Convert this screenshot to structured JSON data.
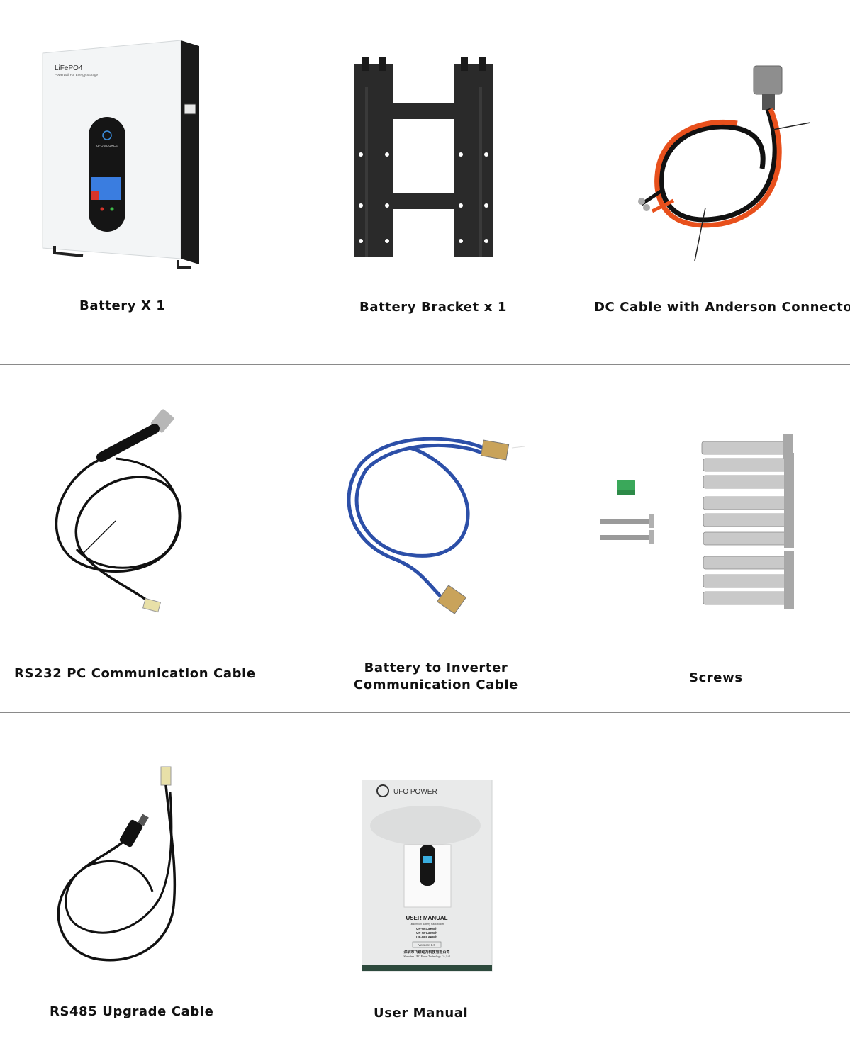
{
  "items": [
    {
      "caption": "Battery X 1",
      "icon": "battery-icon",
      "device": {
        "title": "LiFePO4",
        "subtitle": "Powerwall For Energy Storage",
        "brand": "UFO SOURCE"
      }
    },
    {
      "caption": "Battery Bracket x 1",
      "icon": "bracket-icon"
    },
    {
      "caption": "DC Cable with Anderson Connector",
      "icon": "dc-cable-icon"
    },
    {
      "caption": "RS232 PC Communication Cable",
      "icon": "rs232-cable-icon"
    },
    {
      "caption_lines": [
        "Battery to Inverter",
        "Communication Cable"
      ],
      "icon": "ethernet-cable-icon"
    },
    {
      "caption": "Screws",
      "icon": "screws-icon"
    },
    {
      "caption": "RS485 Upgrade Cable",
      "icon": "rs485-cable-icon"
    },
    {
      "caption": "User Manual",
      "icon": "manual-icon",
      "manual": {
        "brand": "UFO POWER",
        "title": "USER MANUAL",
        "subtitle": "Lithium-ion Battery Pack Model",
        "models": [
          "UP-W 4.8KWh",
          "UP-W 7.2KWh",
          "UP-W 9.6KWh"
        ],
        "version": "Version: 1.0",
        "company_cn": "深圳市飞碟动力科技有限公司",
        "company_en": "Shenzhen UFO Power Technology Co.,Ltd"
      }
    }
  ],
  "colors": {
    "divider": "#8a8a8a",
    "cable_red": "#e8501c",
    "cable_blue": "#2c4fa8",
    "terminal_green": "#3aa85a"
  }
}
